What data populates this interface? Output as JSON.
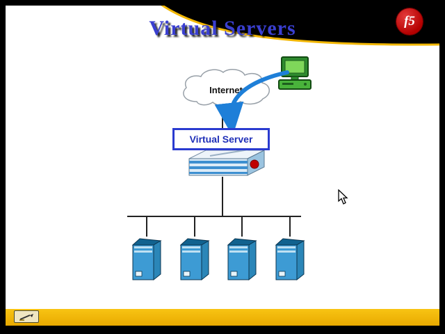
{
  "slide": {
    "title": "Virtual Servers"
  },
  "logo": {
    "label": "f5"
  },
  "diagram": {
    "internet_label": "Internet",
    "virtual_server_label": "Virtual Server",
    "server_count": 4
  },
  "colors": {
    "title_blue": "#3a3fd0",
    "accent_yellow": "#f2b705",
    "arrow_blue": "#1e7fd8",
    "box_border_blue": "#2a3bd0",
    "server_front_blue": "#3d9bd4",
    "logo_red": "#b40000",
    "toolbar_gold": "#f0b400"
  }
}
